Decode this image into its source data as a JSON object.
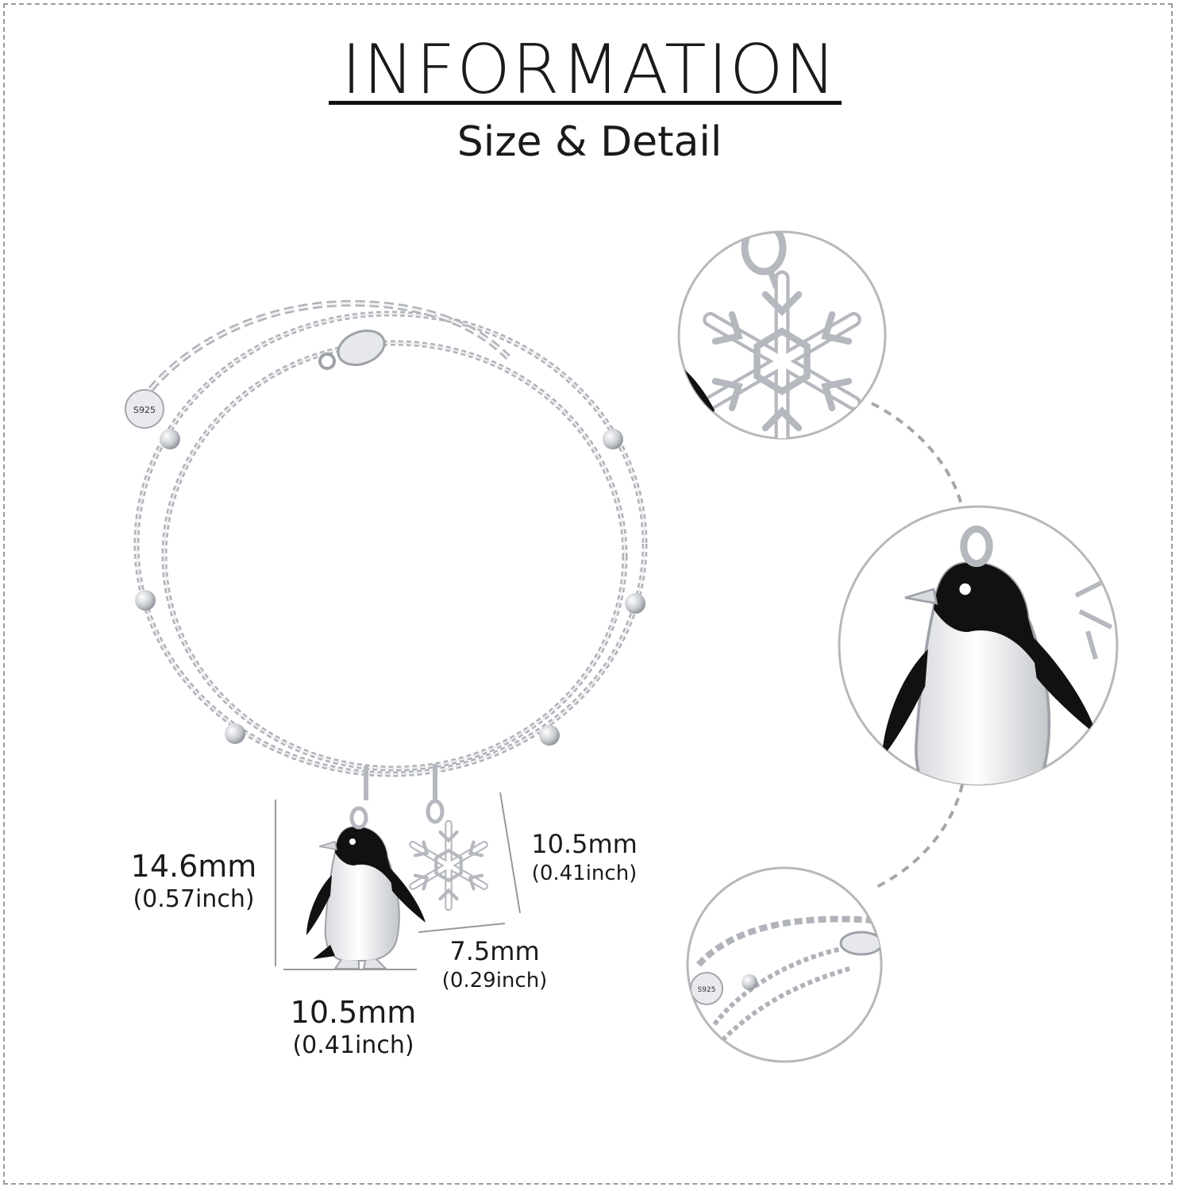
{
  "header": {
    "title": "INFORMATION",
    "subtitle": "Size & Detail"
  },
  "product": {
    "stamp": "S925"
  },
  "dimensions": {
    "penguin_height": {
      "mm": "14.6mm",
      "inch": "(0.57inch)"
    },
    "penguin_width": {
      "mm": "10.5mm",
      "inch": "(0.41inch)"
    },
    "snowflake_height": {
      "mm": "10.5mm",
      "inch": "(0.41inch)"
    },
    "snowflake_width": {
      "mm": "7.5mm",
      "inch": "(0.29inch)"
    }
  },
  "colors": {
    "metal": "#b9bcc2",
    "enamel": "#111111",
    "dash": "#a6a6a6"
  }
}
